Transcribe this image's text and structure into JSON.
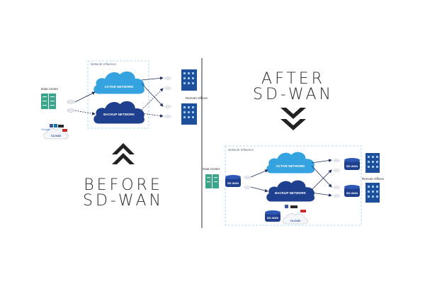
{
  "before": {
    "heading_line1": "BEFORE",
    "heading_line2": "SD-WAN",
    "network_influence": "Network Influence",
    "data_center": "Data Center",
    "active_network": "ACTIVE NETWORK",
    "backup_network": "BACKUP NETWORK",
    "remote_offices": "Remote Offices",
    "cloud": "CLOUD",
    "cloud_logos": [
      "Google",
      "f",
      "in",
      "Dropbox",
      "You Tube"
    ]
  },
  "after": {
    "heading_line1": "AFTER",
    "heading_line2": "SD-WAN",
    "network_influence": "Network Influence",
    "data_center": "Data Center",
    "active_network": "ACTIVE NETWORK",
    "backup_network": "BACKUP NETWORK",
    "remote_offices": "Remote Offices",
    "cloud": "CLOUD",
    "sdwan_label": "SD-WAN",
    "cloud_logos": [
      "f",
      "Dropbox",
      "You Tube"
    ]
  },
  "colors": {
    "cloud_light": "#35a3e0",
    "cloud_dark": "#1f3f8f",
    "server_green": "#3aa58a",
    "building_blue": "#1d4f9a",
    "arrow_dark": "#1f2d5c",
    "dashed_box": "#9fd3ee",
    "divider": "#333333"
  }
}
